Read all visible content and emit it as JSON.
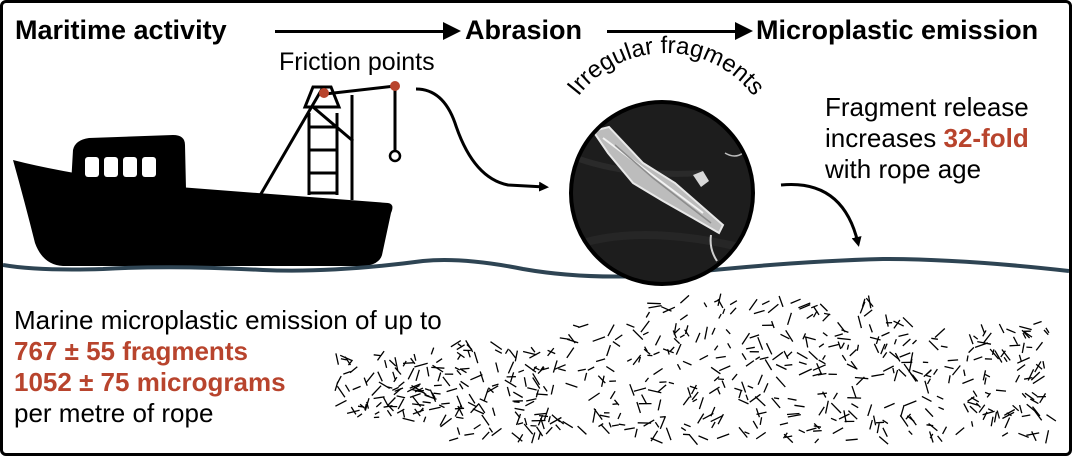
{
  "header": {
    "step1": "Maritime activity",
    "step2": "Abrasion",
    "step3": "Microplastic emission"
  },
  "friction_label": "Friction points",
  "micrograph_label": "Irregular fragments",
  "release": {
    "line1": "Fragment release",
    "line2_prefix": "increases ",
    "line2_highlight": "32-fold",
    "line3": "with rope age"
  },
  "emission": {
    "line1": "Marine microplastic emission of up to",
    "line2": "767 ± 55 fragments",
    "line3": "1052 ± 75 micrograms",
    "line4": "per metre of rope"
  },
  "colors": {
    "highlight": "#b8442d",
    "sea_line": "#2e4453",
    "micrograph_bg": "#1d1d1d"
  },
  "icons": {
    "ship": "fishing-boat-silhouette",
    "micrograph": "sem-fragment-image",
    "particles": "microplastic-scatter"
  }
}
